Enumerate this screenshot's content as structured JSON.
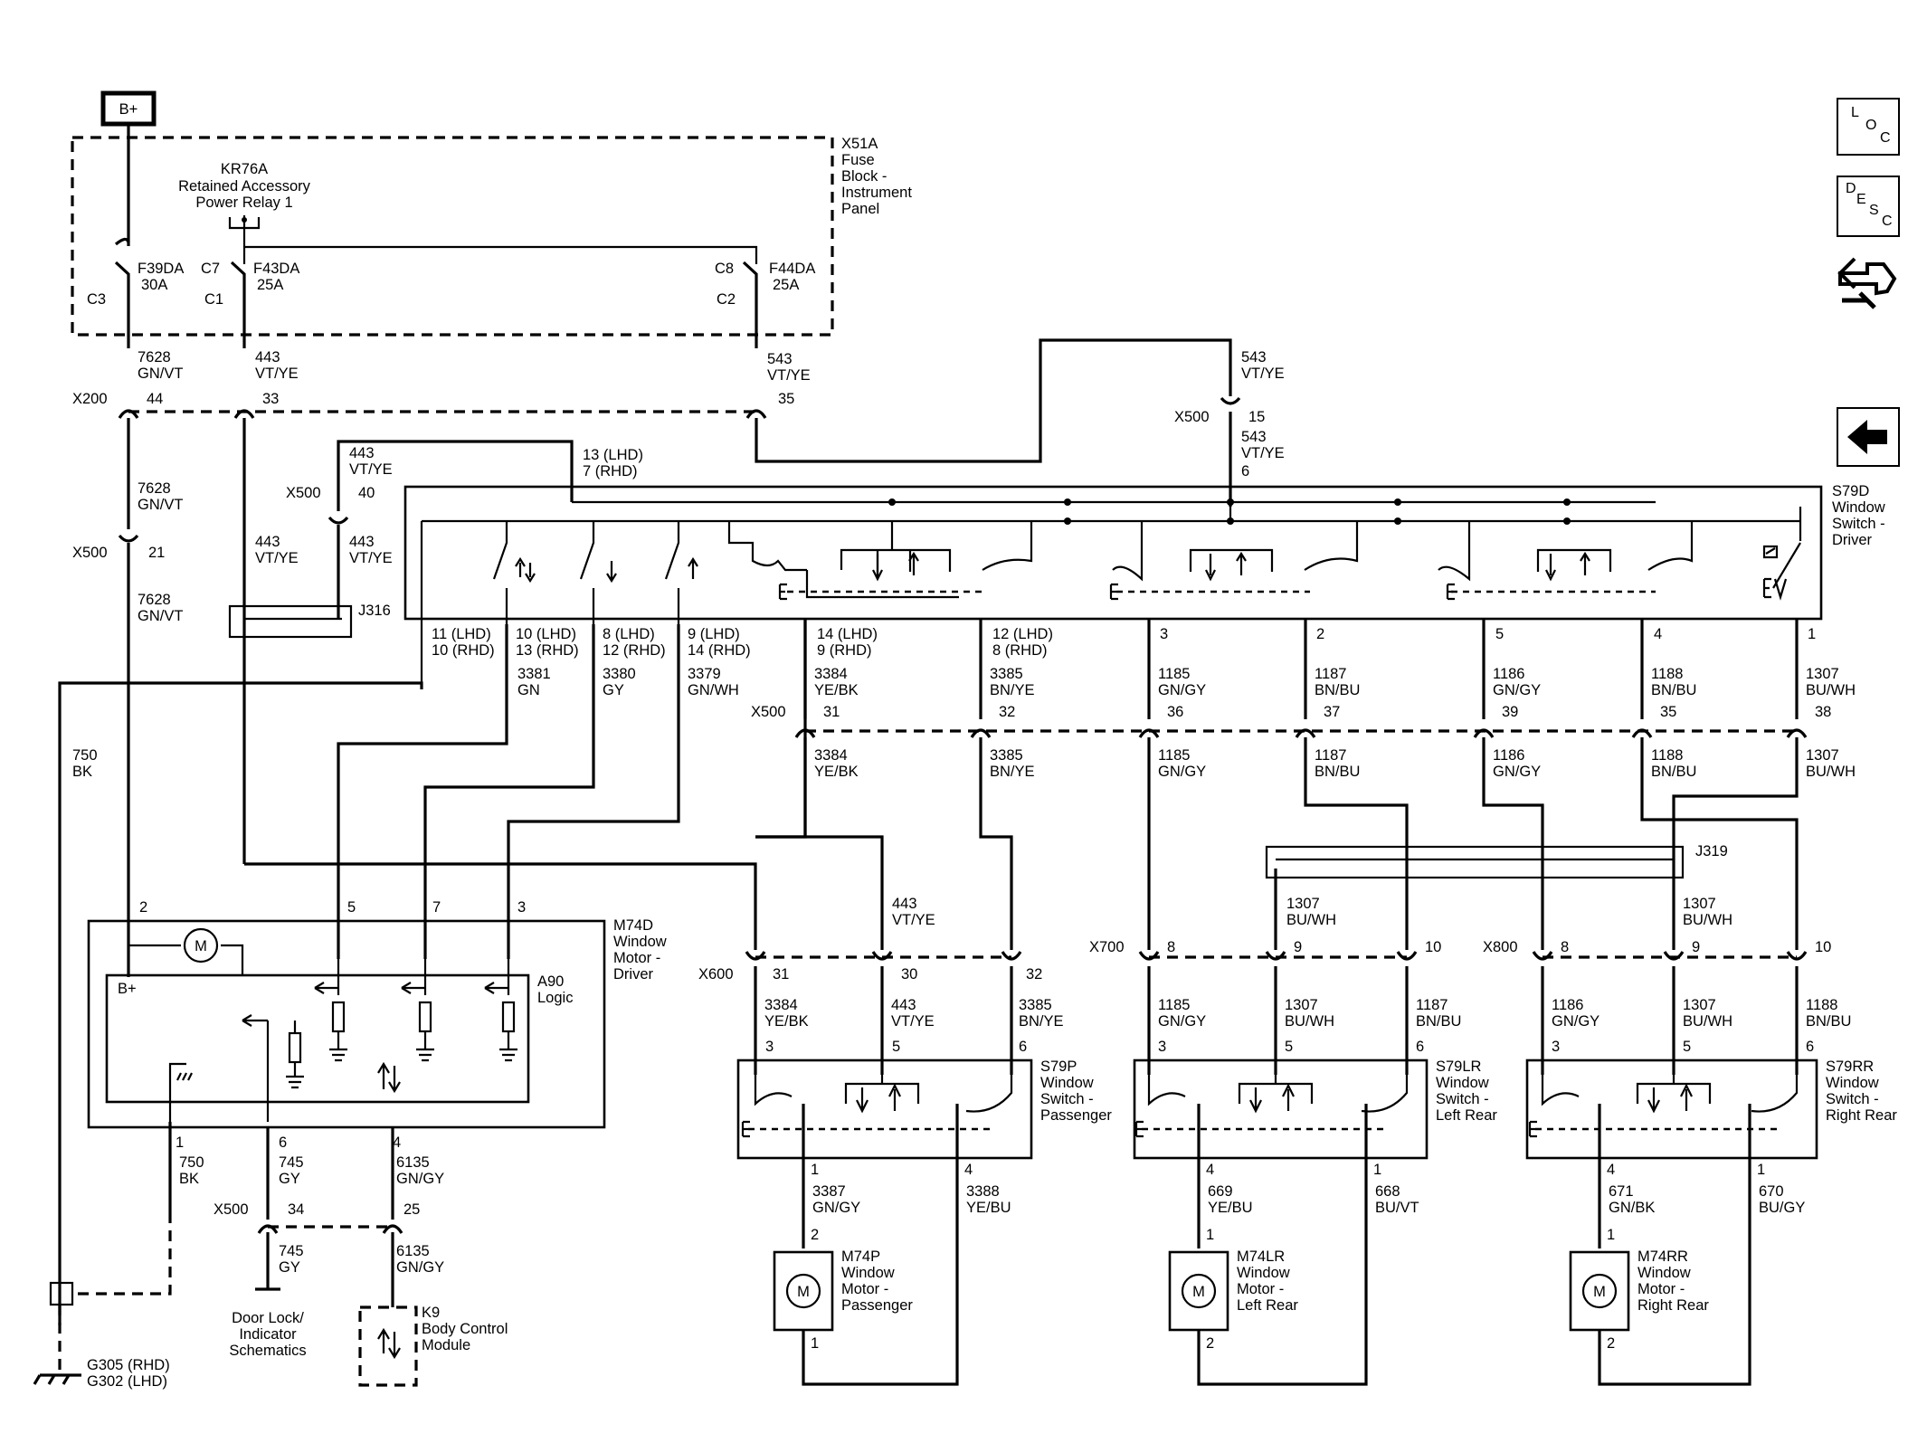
{
  "power": {
    "label": "B+"
  },
  "fuse_block": {
    "name": "X51A",
    "desc": [
      "Fuse",
      "Block -",
      "Instrument",
      "Panel"
    ]
  },
  "relay": {
    "lines": [
      "KR76A",
      "Retained Accessory",
      "Power Relay 1"
    ]
  },
  "fuses": [
    {
      "name": "F39DA",
      "amps": "30A",
      "cavity_in": "",
      "cavity_out": "C3"
    },
    {
      "name": "F43DA",
      "amps": "25A",
      "cavity_in": "C7",
      "cavity_out": "C1"
    },
    {
      "name": "F44DA",
      "amps": "25A",
      "cavity_in": "C8",
      "cavity_out": "C2"
    }
  ],
  "circuits": {
    "c7628_top": {
      "num": "7628",
      "color": "GN/VT"
    },
    "c443_top": {
      "num": "443",
      "color": "VT/YE"
    },
    "c543_top": {
      "num": "543",
      "color": "VT/YE"
    },
    "c7628_mid": {
      "num": "7628",
      "color": "GN/VT"
    },
    "c7628_low": {
      "num": "7628",
      "color": "GN/VT"
    },
    "c443_j316a": {
      "num": "443",
      "color": "VT/YE"
    },
    "c443_j316b": {
      "num": "443",
      "color": "VT/YE"
    },
    "c443_upper": {
      "num": "443",
      "color": "VT/YE"
    },
    "c543_right": {
      "num": "543",
      "color": "VT/YE"
    },
    "c543_right2": {
      "num": "543",
      "color": "VT/YE"
    },
    "c750_left": {
      "num": "750",
      "color": "BK"
    },
    "c750": {
      "num": "750",
      "color": "BK"
    },
    "c745a": {
      "num": "745",
      "color": "GY"
    },
    "c745b": {
      "num": "745",
      "color": "GY"
    },
    "c6135a": {
      "num": "6135",
      "color": "GN/GY"
    },
    "c6135b": {
      "num": "6135",
      "color": "GN/GY"
    },
    "c3381": {
      "num": "3381",
      "color": "GN"
    },
    "c3380": {
      "num": "3380",
      "color": "GY"
    },
    "c3379": {
      "num": "3379",
      "color": "GN/WH"
    },
    "c443_m74d": {
      "num": "443",
      "color": "VT/YE"
    }
  },
  "connectors": {
    "x200": {
      "name": "X200",
      "pins": [
        "44",
        "33",
        "35"
      ]
    },
    "x500_top": {
      "name": "X500",
      "pin": "15",
      "pin2": "6"
    },
    "x500_40": {
      "name": "X500",
      "pin": "40"
    },
    "x500_21": {
      "name": "X500",
      "pin": "21"
    },
    "x500_row": {
      "name": "X500",
      "pins": [
        "31",
        "32",
        "36",
        "37",
        "39",
        "35",
        "38"
      ]
    },
    "x500_low": {
      "name": "X500",
      "pins": [
        "34",
        "25"
      ]
    },
    "x600": {
      "name": "X600",
      "pins": [
        "31",
        "30",
        "32"
      ]
    },
    "x700": {
      "name": "X700",
      "pins": [
        "8",
        "9",
        "10"
      ]
    },
    "x800": {
      "name": "X800",
      "pins": [
        "8",
        "9",
        "10"
      ]
    },
    "j316": {
      "name": "J316"
    },
    "j319": {
      "name": "J319"
    }
  },
  "relay_pin_labels": {
    "p13": "13 (LHD)",
    "p7": "7 (RHD)"
  },
  "s79d": {
    "name": "S79D",
    "desc": [
      "Window",
      "Switch -",
      "Driver"
    ],
    "pins_top": [
      [
        "11 (LHD)",
        "10 (RHD)"
      ],
      [
        "10 (LHD)",
        "13 (RHD)"
      ],
      [
        "8 (LHD)",
        "12 (RHD)"
      ],
      [
        "9 (LHD)",
        "14 (RHD)"
      ],
      [
        "14 (LHD)",
        "9 (RHD)"
      ],
      [
        "12 (LHD)",
        "8 (RHD)"
      ]
    ],
    "pins_single": [
      "3",
      "2",
      "5",
      "4",
      "1"
    ]
  },
  "driver_switch_wires": [
    {
      "up": [
        "3384",
        "YE/BK"
      ],
      "down": [
        "3384",
        "YE/BK"
      ]
    },
    {
      "up": [
        "3385",
        "BN/YE"
      ],
      "down": [
        "3385",
        "BN/YE"
      ]
    },
    {
      "up": [
        "1185",
        "GN/GY"
      ],
      "down": [
        "1185",
        "GN/GY"
      ]
    },
    {
      "up": [
        "1187",
        "BN/BU"
      ],
      "down": [
        "1187",
        "BN/BU"
      ]
    },
    {
      "up": [
        "1186",
        "GN/GY"
      ],
      "down": [
        "1186",
        "GN/GY"
      ]
    },
    {
      "up": [
        "1188",
        "BN/BU"
      ],
      "down": [
        "1188",
        "BN/BU"
      ]
    },
    {
      "up": [
        "1307",
        "BU/WH"
      ],
      "down": [
        "1307",
        "BU/WH"
      ]
    }
  ],
  "j319_wires": [
    [
      "1307",
      "BU/WH"
    ],
    [
      "1307",
      "BU/WH"
    ]
  ],
  "m74d": {
    "name": "M74D",
    "desc": [
      "Window",
      "Motor -",
      "Driver"
    ],
    "logic_name": "A90",
    "logic_desc": "Logic",
    "bplus": "B+",
    "motor_glyph": "M",
    "pins_top": [
      "2",
      "5",
      "7",
      "3"
    ],
    "pins_bottom": [
      "1",
      "6",
      "4"
    ]
  },
  "door_lock": {
    "lines": [
      "Door Lock/",
      "Indicator",
      "Schematics"
    ]
  },
  "k9": {
    "lines": [
      "K9",
      "Body Control",
      "Module"
    ]
  },
  "ground": {
    "lines": [
      "G305  (RHD)",
      "G302  (LHD)"
    ]
  },
  "passenger": {
    "switch": {
      "name": "S79P",
      "desc": [
        "Window",
        "Switch -",
        "Passenger"
      ]
    },
    "wires": [
      [
        "3384",
        "YE/BK"
      ],
      [
        "443",
        "VT/YE"
      ],
      [
        "3385",
        "BN/YE"
      ]
    ],
    "switch_pins": [
      "3",
      "5",
      "6"
    ],
    "out_pins": [
      "1",
      "4"
    ],
    "out_wires": [
      [
        "3387",
        "GN/GY"
      ],
      [
        "3388",
        "YE/BU"
      ]
    ],
    "motor": {
      "name": "M74P",
      "desc": [
        "Window",
        "Motor -",
        "Passenger"
      ],
      "glyph": "M",
      "pins": [
        "2",
        "1"
      ]
    }
  },
  "left_rear": {
    "switch": {
      "name": "S79LR",
      "desc": [
        "Window",
        "Switch -",
        "Left Rear"
      ]
    },
    "wires": [
      [
        "1185",
        "GN/GY"
      ],
      [
        "1307",
        "BU/WH"
      ],
      [
        "1187",
        "BN/BU"
      ]
    ],
    "switch_pins": [
      "3",
      "5",
      "6"
    ],
    "out_pins": [
      "4",
      "1"
    ],
    "out_wires": [
      [
        "669",
        "YE/BU"
      ],
      [
        "668",
        "BU/VT"
      ]
    ],
    "motor": {
      "name": "M74LR",
      "desc": [
        "Window",
        "Motor -",
        "Left Rear"
      ],
      "glyph": "M",
      "pins": [
        "1",
        "2"
      ]
    }
  },
  "right_rear": {
    "switch": {
      "name": "S79RR",
      "desc": [
        "Window",
        "Switch -",
        "Right Rear"
      ]
    },
    "wires": [
      [
        "1186",
        "GN/GY"
      ],
      [
        "1307",
        "BU/WH"
      ],
      [
        "1188",
        "BN/BU"
      ]
    ],
    "switch_pins": [
      "3",
      "5",
      "6"
    ],
    "out_pins": [
      "4",
      "1"
    ],
    "out_wires": [
      [
        "671",
        "GN/BK"
      ],
      [
        "670",
        "BU/GY"
      ]
    ],
    "motor": {
      "name": "M74RR",
      "desc": [
        "Window",
        "Motor -",
        "Right Rear"
      ],
      "glyph": "M",
      "pins": [
        "1",
        "2"
      ]
    }
  },
  "nav": {
    "loc": [
      "L",
      "O",
      "C"
    ],
    "desc": [
      "D",
      "E",
      "S",
      "C"
    ],
    "back_icon": "left-arrow-icon",
    "service_icon": "service-wrench-icon"
  }
}
